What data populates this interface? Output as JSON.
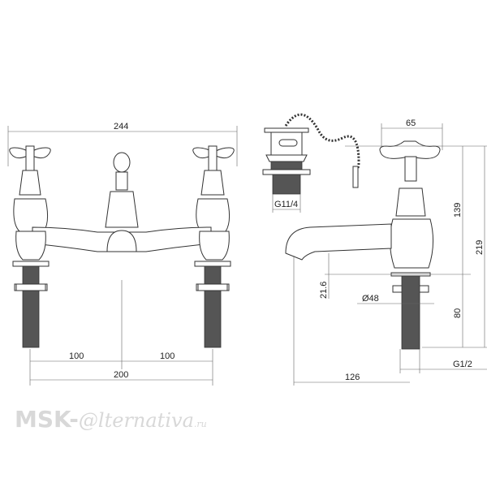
{
  "front_view": {
    "width_label": "244",
    "half_left": "100",
    "half_right": "100",
    "centers": "200"
  },
  "waste": {
    "thread": "G11/4"
  },
  "side_view": {
    "handle_width": "65",
    "height_upper": "139",
    "height_total": "219",
    "shank_length": "80",
    "spout_gap": "21.6",
    "flange_diameter": "Ø48",
    "thread": "G1/2",
    "projection": "126"
  },
  "watermark": {
    "prefix": "MSK-",
    "at": "@",
    "suffix": "lternativa",
    "tld": ".ru"
  }
}
